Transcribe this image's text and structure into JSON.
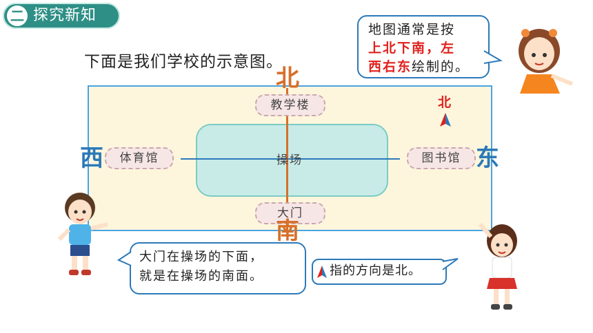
{
  "header": {
    "section_number": "二",
    "section_title": "探究新知"
  },
  "intro": "下面是我们学校的示意图。",
  "tip_bubble": {
    "line1": "地图通常是按",
    "line2_red": "上北下南，左",
    "line3_red": "西右东",
    "line3_rest": "绘制的。"
  },
  "map": {
    "places": {
      "north": "教学楼",
      "south": "大门",
      "west": "体育馆",
      "east": "图书馆",
      "center": "操场"
    },
    "directions": {
      "north": "北",
      "south": "南",
      "west": "西",
      "east": "东"
    },
    "compass_label": "北"
  },
  "gate_bubble": {
    "line1": "大门在操场的下面，",
    "line2": "就是在操场的南面。"
  },
  "north_bubble": {
    "text": "指的方向是北。"
  },
  "colors": {
    "teal": "#2e8f86",
    "blue": "#2b79b8",
    "red": "#e0201c",
    "orange": "#d66f2a"
  }
}
